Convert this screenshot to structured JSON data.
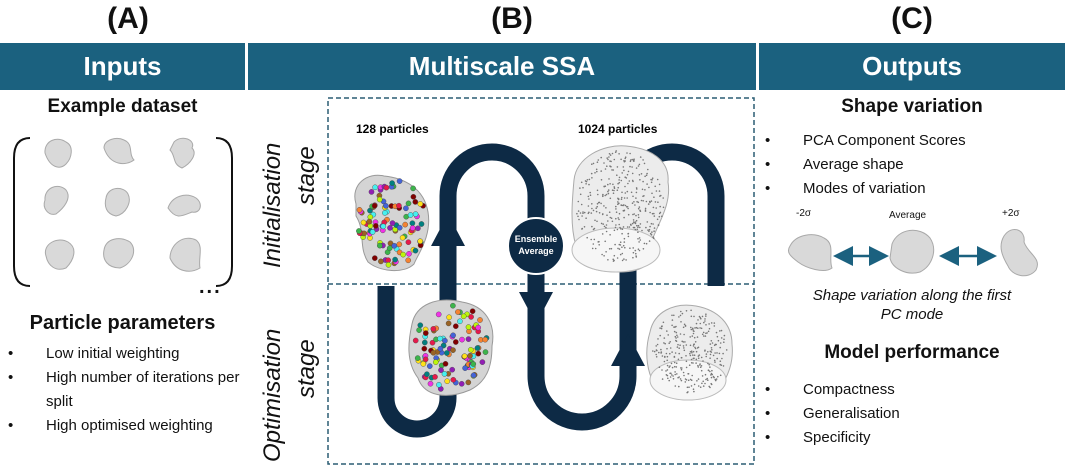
{
  "panels": [
    {
      "letter": "(A)",
      "header": "Inputs"
    },
    {
      "letter": "(B)",
      "header": "Multiscale SSA"
    },
    {
      "letter": "(C)",
      "header": "Outputs"
    }
  ],
  "inputs": {
    "dataset_title": "Example dataset",
    "ellipsis": "...",
    "params_title": "Particle parameters",
    "params": [
      "Low initial weighting",
      "High number of iterations per split",
      "High optimised weighting"
    ]
  },
  "ssa": {
    "stage_top": "Initialisation stage",
    "stage_top_line1": "Initialisation",
    "stage_top_line2": "stage",
    "stage_bottom_line1": "Optimisation",
    "stage_bottom_line2": "stage",
    "left_particles": "128 particles",
    "right_particles": "1024 particles",
    "ensemble_line1": "Ensemble",
    "ensemble_line2": "Average"
  },
  "outputs": {
    "shape_title": "Shape variation",
    "shape_items": [
      "PCA Component Scores",
      "Average shape",
      "Modes of variation"
    ],
    "sigma_neg": "-2σ",
    "sigma_avg": "Average",
    "sigma_pos": "+2σ",
    "caption_line1": "Shape variation along the first",
    "caption_line2": "PC mode",
    "perf_title": "Model performance",
    "perf_items": [
      "Compactness",
      "Generalisation",
      "Specificity"
    ]
  },
  "colors": {
    "header": "#1b617f",
    "loop": "#0d2a45",
    "dash": "#2c5d74",
    "arrow": "#1b617f"
  }
}
